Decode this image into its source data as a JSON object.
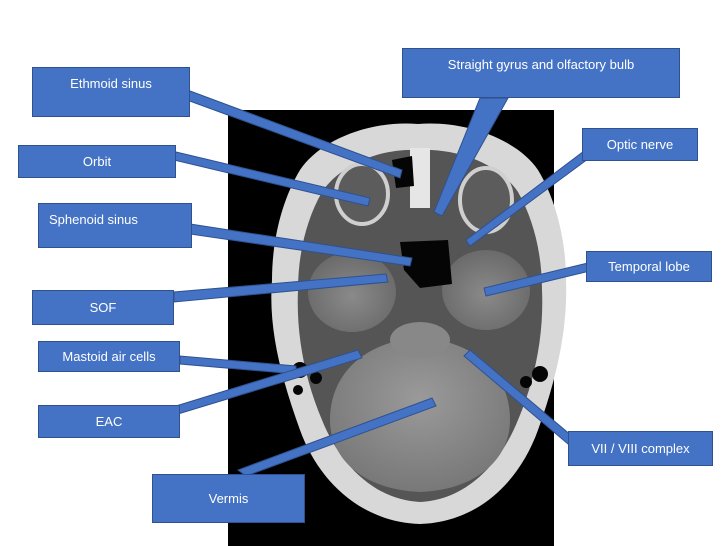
{
  "labels": {
    "ethmoid_sinus": "Ethmoid sinus",
    "orbit": "Orbit",
    "sphenoid_sinus": "Sphenoid sinus",
    "sof": "SOF",
    "mastoid_air_cells": "Mastoid air cells",
    "eac": "EAC",
    "vermis": "Vermis",
    "straight_gyrus": "Straight gyrus and olfactory bulb",
    "optic_nerve": "Optic nerve",
    "temporal_lobe": "Temporal lobe",
    "vii_viii_complex": "VII / VIII complex"
  },
  "colors": {
    "label_fill": "#4472c4",
    "label_border": "#2f528f",
    "scan_background": "#000000"
  },
  "image": {
    "modality": "axial CT scan of the head"
  }
}
